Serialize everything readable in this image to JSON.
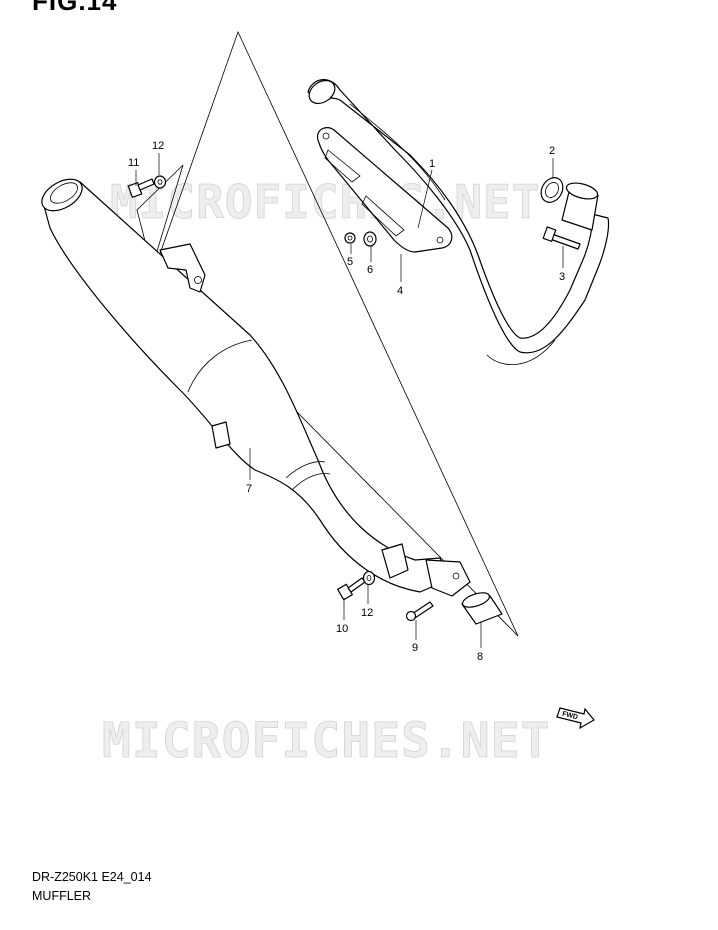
{
  "figure": {
    "title": "FIG.14"
  },
  "watermark": {
    "text": "MICROFICHES.NET"
  },
  "footer": {
    "model_code": "DR-Z250K1 E24_014",
    "section_name": "MUFFLER"
  },
  "fwd_badge": {
    "label": "FWD"
  },
  "callouts": [
    {
      "id": "c1",
      "number": "1"
    },
    {
      "id": "c2",
      "number": "2"
    },
    {
      "id": "c3",
      "number": "3"
    },
    {
      "id": "c4",
      "number": "4"
    },
    {
      "id": "c5",
      "number": "5"
    },
    {
      "id": "c6",
      "number": "6"
    },
    {
      "id": "c7",
      "number": "7"
    },
    {
      "id": "c8",
      "number": "8"
    },
    {
      "id": "c9",
      "number": "9"
    },
    {
      "id": "c10",
      "number": "10"
    },
    {
      "id": "c11",
      "number": "11"
    },
    {
      "id": "c12a",
      "number": "12"
    },
    {
      "id": "c12b",
      "number": "12"
    }
  ]
}
